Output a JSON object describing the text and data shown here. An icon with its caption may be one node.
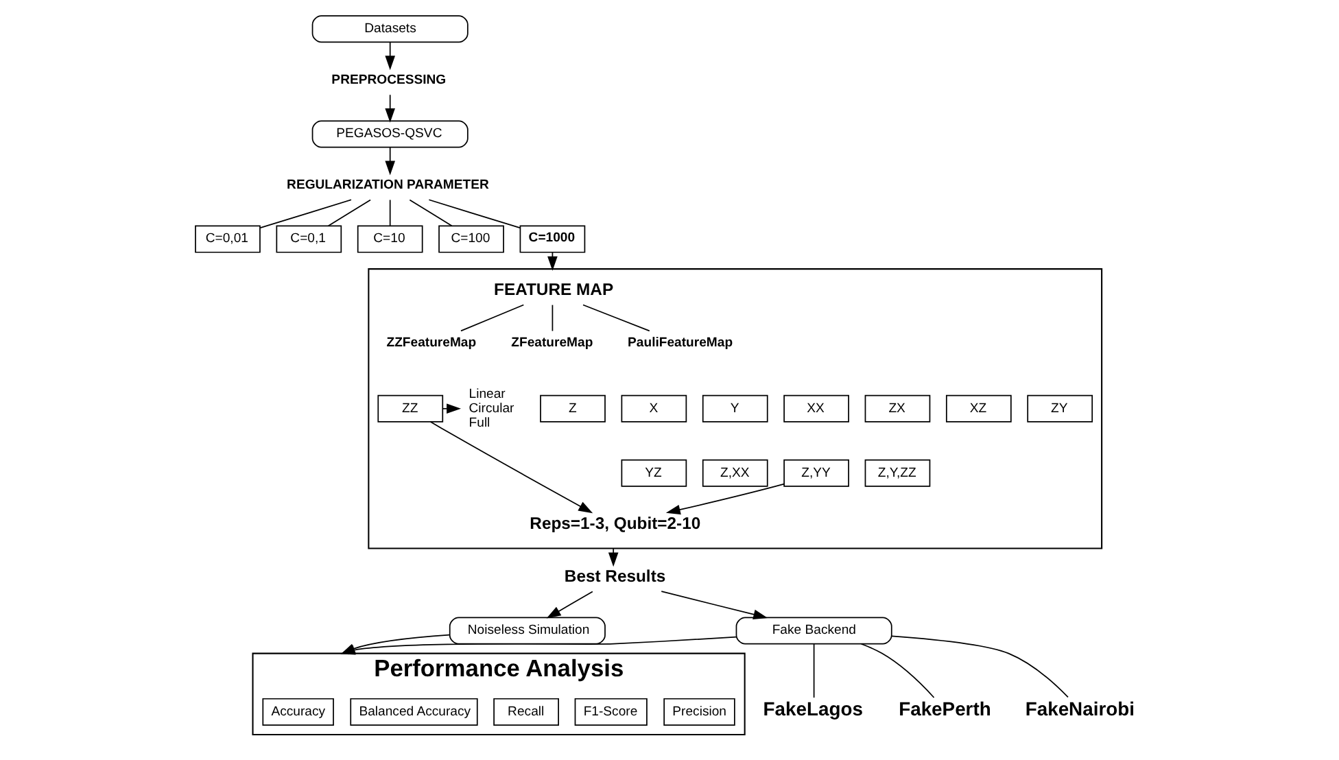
{
  "diagram": {
    "nodes": [
      {
        "text": [
          "Datasets"
        ]
      },
      {
        "text": [
          "PREPROCESSING"
        ]
      },
      {
        "text": [
          "PEGASOS-QSVC"
        ]
      },
      {
        "text": [
          "REGULARIZATION PARAMETER"
        ]
      },
      {
        "text": [
          "C=0,01"
        ]
      },
      {
        "text": [
          "C=0,1"
        ]
      },
      {
        "text": [
          "C=10"
        ]
      },
      {
        "text": [
          "C=100"
        ]
      },
      {
        "text": [
          "C=1000"
        ]
      },
      {
        "text": [],
        "shape": "box"
      },
      {
        "text": [
          "FEATURE MAP"
        ],
        "in": 9
      },
      {
        "text": [
          "ZZFeatureMap"
        ],
        "in": 9
      },
      {
        "text": [
          "ZFeatureMap"
        ],
        "in": 9
      },
      {
        "text": [
          "PauliFeatureMap"
        ],
        "in": 9
      },
      {
        "text": [
          "ZZ"
        ],
        "in": 9
      },
      {
        "text": [
          "Linear",
          "Circular",
          "Full"
        ],
        "in": 9
      },
      {
        "text": [
          "Z"
        ],
        "in": 9
      },
      {
        "text": [
          "X"
        ],
        "in": 9
      },
      {
        "text": [
          "Y"
        ],
        "in": 9
      },
      {
        "text": [
          "XX"
        ],
        "in": 9
      },
      {
        "text": [
          "ZX"
        ],
        "in": 9
      },
      {
        "text": [
          "XZ"
        ],
        "in": 9
      },
      {
        "text": [
          "ZY"
        ],
        "in": 9
      },
      {
        "text": [
          "YZ"
        ],
        "in": 9
      },
      {
        "text": [
          "Z,XX"
        ],
        "in": 9
      },
      {
        "text": [
          "Z,YY"
        ],
        "in": 9
      },
      {
        "text": [
          "Z,Y,ZZ"
        ],
        "in": 9
      },
      {
        "text": [
          "Reps=1-3, Qubit=2-10"
        ],
        "in": 9
      },
      {
        "text": [
          "Best Results"
        ]
      },
      {
        "text": [
          "Noiseless Simulation"
        ]
      },
      {
        "text": [
          "Fake Backend"
        ]
      },
      {
        "text": [
          "FakeLagos"
        ]
      },
      {
        "text": [
          "FakePerth"
        ]
      },
      {
        "text": [
          "FakeNairobi"
        ]
      },
      {
        "text": [
          "Performance Analysis"
        ]
      },
      {
        "text": [
          "Accuracy"
        ],
        "in": 34
      },
      {
        "text": [
          "Balanced Accuracy"
        ],
        "in": 34
      },
      {
        "text": [
          "Recall"
        ],
        "in": 34
      },
      {
        "text": [
          "F1-Score"
        ],
        "in": 34
      },
      {
        "text": [
          "Precision"
        ],
        "in": 34
      }
    ],
    "edges": [
      {
        "from": 0,
        "to": 1,
        "arrow": "to"
      },
      {
        "from": 1,
        "to": 2,
        "arrow": "to"
      },
      {
        "from": 2,
        "to": 3,
        "arrow": "to"
      },
      {
        "from": 3,
        "to": 4,
        "arrow": "none"
      },
      {
        "from": 3,
        "to": 5,
        "arrow": "none"
      },
      {
        "from": 3,
        "to": 6,
        "arrow": "none"
      },
      {
        "from": 3,
        "to": 7,
        "arrow": "none"
      },
      {
        "from": 3,
        "to": 8,
        "arrow": "none"
      },
      {
        "from": 8,
        "to": 9,
        "arrow": "to"
      },
      {
        "from": 10,
        "to": 11,
        "arrow": "none"
      },
      {
        "from": 10,
        "to": 12,
        "arrow": "none"
      },
      {
        "from": 10,
        "to": 13,
        "arrow": "none"
      },
      {
        "from": 14,
        "to": 15,
        "arrow": "to"
      },
      {
        "from": 14,
        "to": 27,
        "arrow": "to"
      },
      {
        "from": 25,
        "to": 27,
        "arrow": "to"
      },
      {
        "from": 9,
        "to": 28,
        "arrow": "to"
      },
      {
        "from": 28,
        "to": 29,
        "arrow": "to"
      },
      {
        "from": 28,
        "to": 30,
        "arrow": "to"
      },
      {
        "from": 30,
        "to": 31,
        "arrow": "none"
      },
      {
        "from": 30,
        "to": 32,
        "arrow": "none"
      },
      {
        "from": 30,
        "to": 33,
        "arrow": "none"
      },
      {
        "from": 29,
        "to": 34,
        "arrow": "to"
      },
      {
        "from": 30,
        "to": 34,
        "arrow": "to"
      }
    ]
  }
}
